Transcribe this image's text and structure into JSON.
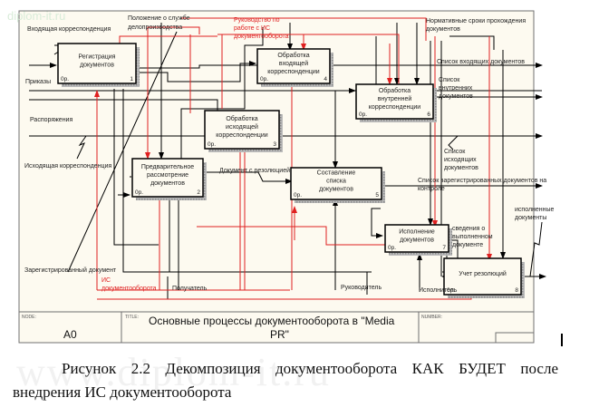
{
  "watermark": "diplom-it.ru",
  "watermark_bottom": "www.diplom-it.ru",
  "boxes": [
    {
      "id": "1",
      "lines": [
        "Регистрация",
        "документов"
      ],
      "cost": "0р.",
      "num": "1"
    },
    {
      "id": "2",
      "lines": [
        "Предварительное",
        "рассмотрение",
        "документов"
      ],
      "cost": "0р.",
      "num": "2"
    },
    {
      "id": "3",
      "lines": [
        "Обработка",
        "исходящей",
        "корреспонденции"
      ],
      "cost": "0р.",
      "num": "3"
    },
    {
      "id": "4",
      "lines": [
        "Обработка",
        "входящей",
        "корреспонденции"
      ],
      "cost": "0р.",
      "num": "4"
    },
    {
      "id": "5",
      "lines": [
        "Составление",
        "списка",
        "документов"
      ],
      "cost": "0р.",
      "num": "5"
    },
    {
      "id": "6",
      "lines": [
        "Обработка",
        "внутренней",
        "корреспонденции"
      ],
      "cost": "0р.",
      "num": "6"
    },
    {
      "id": "7",
      "lines": [
        "Исполнение",
        "документов"
      ],
      "cost": "0р.",
      "num": "7"
    },
    {
      "id": "8",
      "lines": [
        "Учет резолюций"
      ],
      "cost": "0р.",
      "num": "8"
    }
  ],
  "labels": {
    "incoming": "Входящая корреспонденция",
    "regulation": [
      "Положение о службе",
      "делопроизводства"
    ],
    "management": [
      "Руководство по",
      "работе с ИС",
      "документооборота"
    ],
    "deadlines": [
      "Нормативные сроки прохождения",
      "документов"
    ],
    "orders": "Приказы",
    "directives": "Распоряжения",
    "outgoing": "Исходящая корреспонденция",
    "incoming_list": "Список входящих документов",
    "internal_list": [
      "Список",
      "внутренних",
      "документов"
    ],
    "outgoing_list": [
      "Список",
      "исходящих",
      "документов"
    ],
    "registered_list": [
      "Список зарегистрированных документов на",
      "контроле"
    ],
    "doc_resolution": "Документ с резолюцией",
    "exec_info": [
      "сведения о",
      "выполненном",
      "документе"
    ],
    "executed_docs": [
      "исполненные",
      "документы"
    ],
    "registered_doc": "Зарегистрированный документ",
    "is_system": [
      "ИС",
      "документооборота"
    ],
    "recipient": "Получатель",
    "manager": "Руководитель",
    "executor": "Исполнитель"
  },
  "footer": {
    "node_label": "NODE:",
    "node_value": "A0",
    "title_label": "TITLE:",
    "title_lines": [
      "Основные процессы документооборота в \"Media",
      "PR\""
    ],
    "number_label": "NUMBER:"
  },
  "caption": {
    "line1": "Рисунок 2.2 Декомпозиция документооборота КАК БУДЕТ после",
    "line2": "внедрения ИС документооборота"
  },
  "colors": {
    "background": "#fdfaf0",
    "line": "#000000",
    "red": "#e02020",
    "frame": "#707070"
  }
}
